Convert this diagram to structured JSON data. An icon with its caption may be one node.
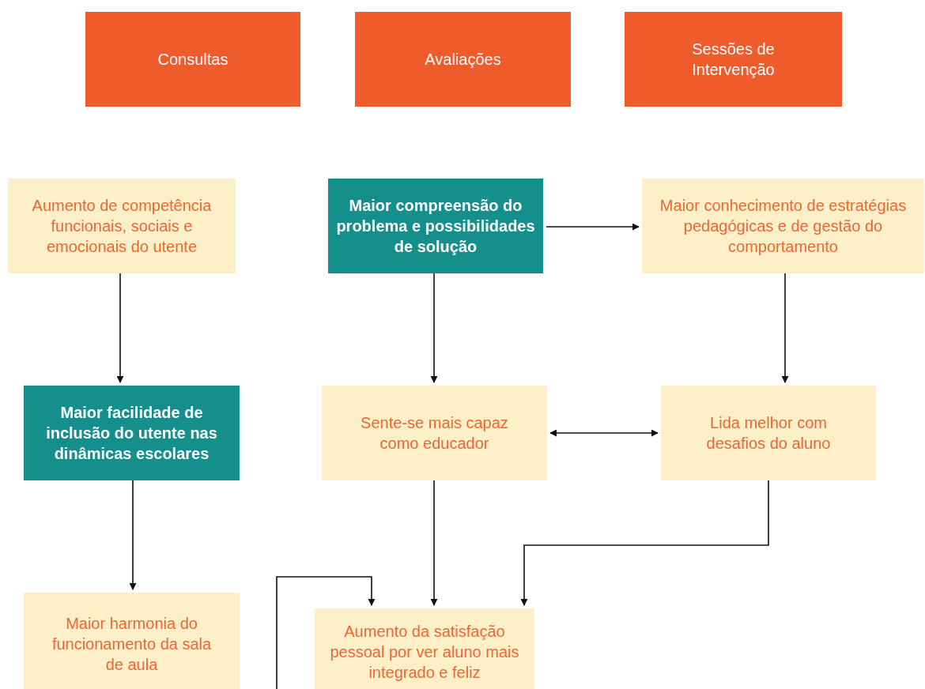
{
  "diagram": {
    "nodes": [
      {
        "text": [
          "Consultas"
        ]
      },
      {
        "text": [
          "Avaliações"
        ]
      },
      {
        "text": [
          "Sessões de Intervenção"
        ]
      },
      {
        "text": [
          "Aumento de competência funcionais, sociais e emocionais do utente"
        ]
      },
      {
        "text": [
          "Maior compreensão do problema e possibilidades de solução"
        ]
      },
      {
        "text": [
          "Maior conhecimento de estratégias pedagógicas e de gestão do comportamento"
        ]
      },
      {
        "text": [
          "Maior facilidade de inclusão do utente nas dinâmicas escolares"
        ]
      },
      {
        "text": [
          "Sente-se mais capaz como educador"
        ]
      },
      {
        "text": [
          "Lida melhor com desafios do aluno"
        ]
      },
      {
        "text": [
          "Maior harmonia do funcionamento da sala de aula"
        ]
      },
      {
        "text": [
          "Aumento da satisfação pessoal por ver aluno mais integrado e feliz"
        ]
      }
    ],
    "edges": [
      {
        "from": 3,
        "to": 6,
        "arrow": "to"
      },
      {
        "from": 4,
        "to": 5,
        "arrow": "to"
      },
      {
        "from": 4,
        "to": 7,
        "arrow": "to"
      },
      {
        "from": 5,
        "to": 8,
        "arrow": "to"
      },
      {
        "from": 7,
        "to": 8,
        "arrow": "both"
      },
      {
        "from": 6,
        "to": 9,
        "arrow": "to"
      },
      {
        "from": 7,
        "to": 10,
        "arrow": "to"
      },
      {
        "from": 8,
        "to": 10,
        "arrow": "to"
      },
      {
        "from": null,
        "to": 10,
        "arrow": "to"
      }
    ]
  }
}
